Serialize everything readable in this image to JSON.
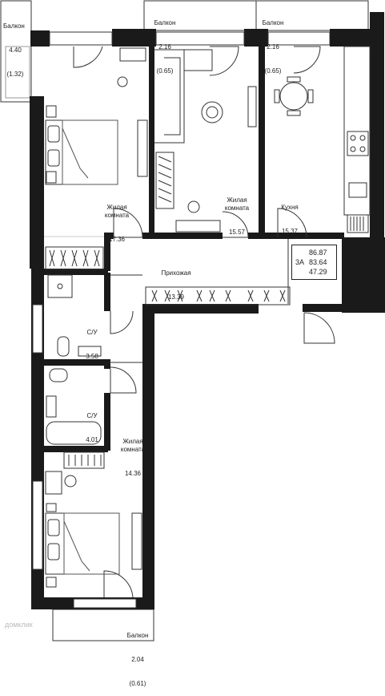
{
  "rooms": {
    "balcony_left": {
      "name": "Балкон",
      "area": "4.40",
      "sub": "(1.32)"
    },
    "balcony_top_mid": {
      "name": "Балкон",
      "area": "2.16",
      "sub": "(0.65)"
    },
    "balcony_top_right": {
      "name": "Балкон",
      "area": "2.16",
      "sub": "(0.65)"
    },
    "bedroom_top": {
      "name": "Жилая\nкомната",
      "area": "17.36"
    },
    "living_mid": {
      "name": "Жилая\nкомната",
      "area": "15.57"
    },
    "kitchen": {
      "name": "Кухня",
      "area": "15.37"
    },
    "hallway": {
      "name": "Прихожая",
      "area": "13.39"
    },
    "bath1": {
      "name": "С/У",
      "area": "3.58"
    },
    "bath2": {
      "name": "С/У",
      "area": "4.01"
    },
    "bedroom_bottom": {
      "name": "Жилая\nкомната",
      "area": "14.36"
    },
    "balcony_bottom": {
      "name": "Балкон",
      "area": "2.04",
      "sub": "(0.61)"
    }
  },
  "summary": {
    "type_code": "3А",
    "total_area": "86.87",
    "area_no_balcony": "83.64",
    "living_area": "47.29"
  },
  "watermark": "домклик",
  "colors": {
    "wall": "#1a1a1a",
    "line": "#333333",
    "light": "#9a9a9a"
  }
}
